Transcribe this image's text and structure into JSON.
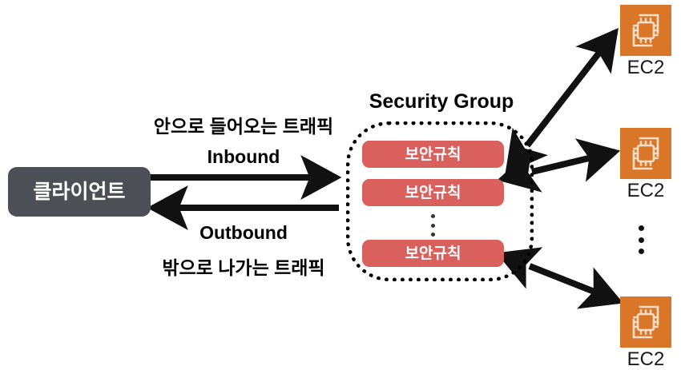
{
  "diagram": {
    "title": "AWS Security Group traffic diagram",
    "client": {
      "label": "클라이언트"
    },
    "traffic": {
      "inbound_ko": "안으로 들어오는 트래픽",
      "inbound_en": "Inbound",
      "outbound_en": "Outbound",
      "outbound_ko": "밖으로 나가는 트래픽"
    },
    "security_group": {
      "title": "Security Group",
      "rules": [
        {
          "label": "보안규칙"
        },
        {
          "label": "보안규칙"
        },
        {
          "label": "보안규칙"
        }
      ],
      "ellipsis": "⋮"
    },
    "instances": [
      {
        "label": "EC2",
        "icon": "ec2-instance-icon"
      },
      {
        "label": "EC2",
        "icon": "ec2-instance-icon"
      },
      {
        "label": "EC2",
        "icon": "ec2-instance-icon"
      }
    ],
    "instances_ellipsis": "⋮",
    "colors": {
      "client_box": "#4d4f56",
      "rule_pill": "#d9605c",
      "ec2_tile": "#d97628",
      "arrow": "#111111",
      "boundary": "#000000",
      "background": "#ffffff"
    }
  }
}
